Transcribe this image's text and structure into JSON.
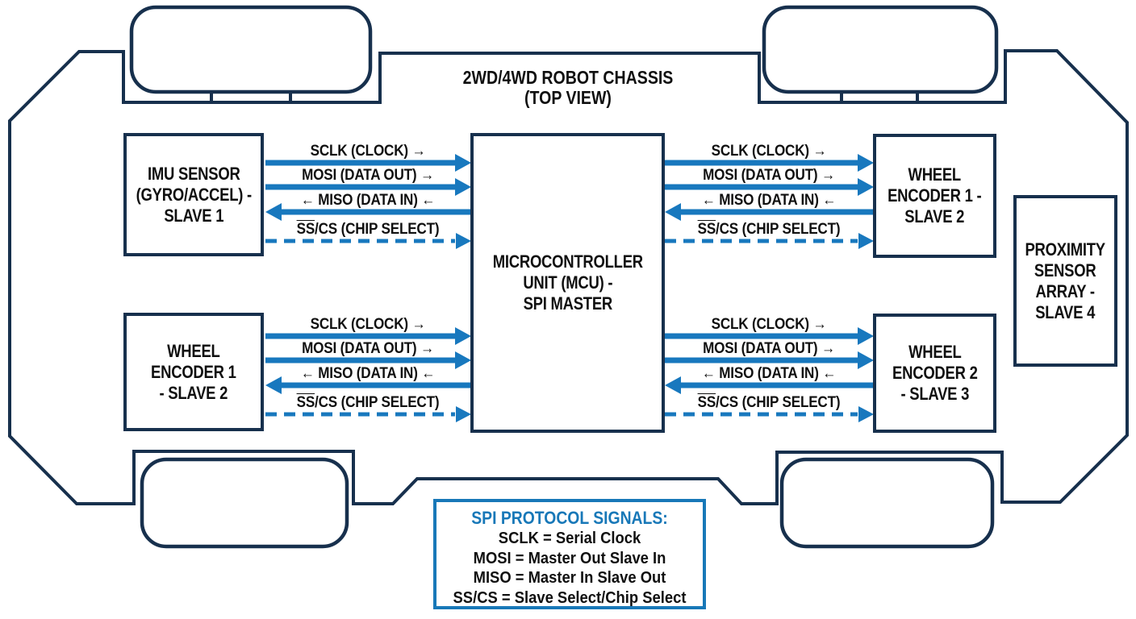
{
  "title": {
    "line1": "2WD/4WD ROBOT CHASSIS",
    "line2": "(TOP VIEW)"
  },
  "colors": {
    "chassis_outline": "#17304d",
    "spi_signal_blue": "#1878be",
    "legend_border_blue": "#1878b8",
    "text_black": "#101010"
  },
  "boxes": {
    "imu": {
      "line1": "IMU SENSOR",
      "line2": "(GYRO/ACCEL) -",
      "line3": "SLAVE 1"
    },
    "mcu": {
      "line1": "MICROCONTROLLER",
      "line2": "UNIT (MCU) -",
      "line3": "SPI MASTER"
    },
    "encoder_left": {
      "line1": "WHEEL",
      "line2": "ENCODER 1",
      "line3": "- SLAVE 2"
    },
    "encoder_top_right": {
      "line1": "WHEEL",
      "line2": "ENCODER 1 -",
      "line3": "SLAVE 2"
    },
    "encoder_bottom_right": {
      "line1": "WHEEL",
      "line2": "ENCODER 2",
      "line3": "- SLAVE 3"
    },
    "proximity": {
      "line1": "PROXIMITY",
      "line2": "SENSOR",
      "line3": "ARRAY -",
      "line4": "SLAVE 4"
    }
  },
  "signals": {
    "sclk": "SCLK (CLOCK) →",
    "mosi": "MOSI (DATA OUT) →",
    "miso": "← MISO (DATA IN) ←",
    "ss_bar": "SS",
    "ss_rest": "/CS (CHIP SELECT)"
  },
  "legend": {
    "title": "SPI PROTOCOL SIGNALS:",
    "lines": [
      "SCLK = Serial Clock",
      "MOSI = Master Out Slave In",
      "MISO = Master In Slave Out",
      "SS/CS = Slave Select/Chip Select"
    ]
  }
}
